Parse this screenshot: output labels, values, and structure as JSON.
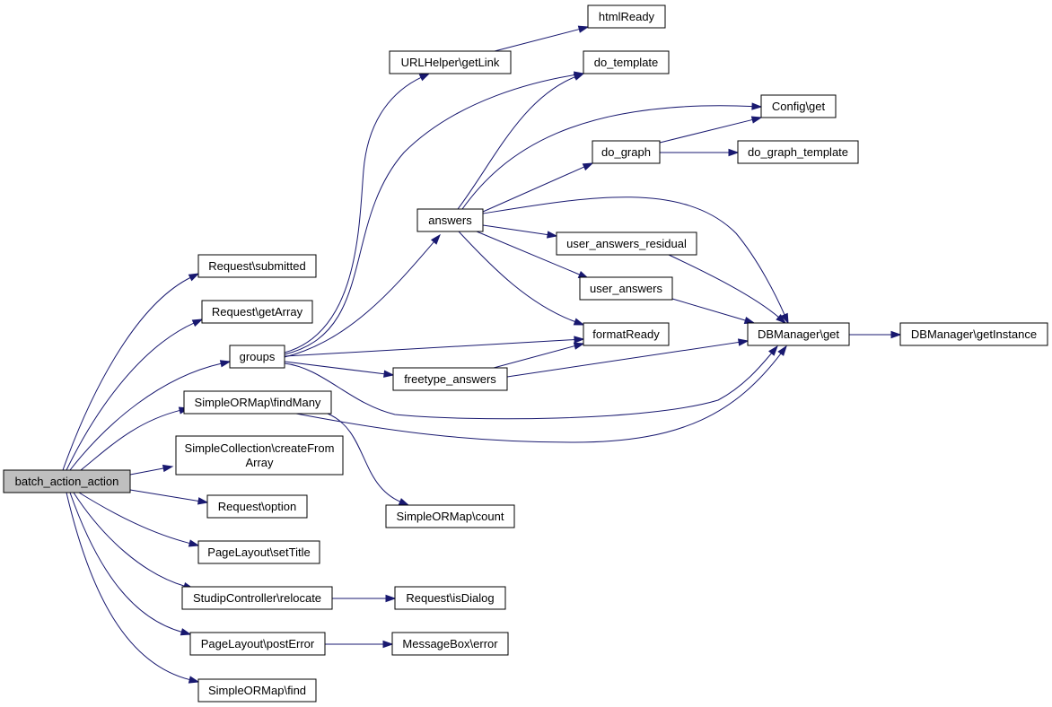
{
  "diagram": {
    "colors": {
      "edge": "#191970",
      "root_fill": "#bfbfbf",
      "node_fill": "#ffffff",
      "node_stroke": "#000000"
    },
    "nodes": [
      {
        "id": "batch_action_action",
        "label": [
          "batch_action_action"
        ],
        "root": true
      },
      {
        "id": "request_submitted",
        "label": [
          "Request\\submitted"
        ]
      },
      {
        "id": "request_getarray",
        "label": [
          "Request\\getArray"
        ]
      },
      {
        "id": "groups",
        "label": [
          "groups"
        ]
      },
      {
        "id": "simpleormap_findmany",
        "label": [
          "SimpleORMap\\findMany"
        ]
      },
      {
        "id": "simplecollection_createfromarray",
        "label": [
          "SimpleCollection\\createFrom",
          "Array"
        ]
      },
      {
        "id": "request_option",
        "label": [
          "Request\\option"
        ]
      },
      {
        "id": "pagelayout_settitle",
        "label": [
          "PageLayout\\setTitle"
        ]
      },
      {
        "id": "studipcontroller_relocate",
        "label": [
          "StudipController\\relocate"
        ]
      },
      {
        "id": "pagelayout_posterror",
        "label": [
          "PageLayout\\postError"
        ]
      },
      {
        "id": "simpleormap_find",
        "label": [
          "SimpleORMap\\find"
        ]
      },
      {
        "id": "urlhelper_getlink",
        "label": [
          "URLHelper\\getLink"
        ]
      },
      {
        "id": "answers",
        "label": [
          "answers"
        ]
      },
      {
        "id": "freetype_answers",
        "label": [
          "freetype_answers"
        ]
      },
      {
        "id": "simpleormap_count",
        "label": [
          "SimpleORMap\\count"
        ]
      },
      {
        "id": "request_isdialog",
        "label": [
          "Request\\isDialog"
        ]
      },
      {
        "id": "messagebox_error",
        "label": [
          "MessageBox\\error"
        ]
      },
      {
        "id": "htmlready",
        "label": [
          "htmlReady"
        ]
      },
      {
        "id": "do_template",
        "label": [
          "do_template"
        ]
      },
      {
        "id": "do_graph",
        "label": [
          "do_graph"
        ]
      },
      {
        "id": "user_answers_residual",
        "label": [
          "user_answers_residual"
        ]
      },
      {
        "id": "user_answers",
        "label": [
          "user_answers"
        ]
      },
      {
        "id": "formatready",
        "label": [
          "formatReady"
        ]
      },
      {
        "id": "config_get",
        "label": [
          "Config\\get"
        ]
      },
      {
        "id": "do_graph_template",
        "label": [
          "do_graph_template"
        ]
      },
      {
        "id": "dbmanager_get",
        "label": [
          "DBManager\\get"
        ]
      },
      {
        "id": "dbmanager_getinstance",
        "label": [
          "DBManager\\getInstance"
        ]
      }
    ],
    "edges": [
      {
        "from": "batch_action_action",
        "to": "request_submitted"
      },
      {
        "from": "batch_action_action",
        "to": "request_getarray"
      },
      {
        "from": "batch_action_action",
        "to": "groups"
      },
      {
        "from": "batch_action_action",
        "to": "simpleormap_findmany"
      },
      {
        "from": "batch_action_action",
        "to": "simplecollection_createfromarray"
      },
      {
        "from": "batch_action_action",
        "to": "request_option"
      },
      {
        "from": "batch_action_action",
        "to": "pagelayout_settitle"
      },
      {
        "from": "batch_action_action",
        "to": "studipcontroller_relocate"
      },
      {
        "from": "batch_action_action",
        "to": "pagelayout_posterror"
      },
      {
        "from": "batch_action_action",
        "to": "simpleormap_find"
      },
      {
        "from": "groups",
        "to": "urlhelper_getlink"
      },
      {
        "from": "groups",
        "to": "do_template"
      },
      {
        "from": "groups",
        "to": "answers"
      },
      {
        "from": "groups",
        "to": "formatready"
      },
      {
        "from": "groups",
        "to": "freetype_answers"
      },
      {
        "from": "groups",
        "to": "dbmanager_get"
      },
      {
        "from": "simpleormap_findmany",
        "to": "dbmanager_get"
      },
      {
        "from": "simpleormap_findmany",
        "to": "simpleormap_count"
      },
      {
        "from": "studipcontroller_relocate",
        "to": "request_isdialog"
      },
      {
        "from": "pagelayout_posterror",
        "to": "messagebox_error"
      },
      {
        "from": "urlhelper_getlink",
        "to": "htmlready"
      },
      {
        "from": "answers",
        "to": "do_template"
      },
      {
        "from": "answers",
        "to": "config_get"
      },
      {
        "from": "answers",
        "to": "do_graph"
      },
      {
        "from": "answers",
        "to": "dbmanager_get"
      },
      {
        "from": "answers",
        "to": "user_answers_residual"
      },
      {
        "from": "answers",
        "to": "user_answers"
      },
      {
        "from": "answers",
        "to": "formatready"
      },
      {
        "from": "freetype_answers",
        "to": "formatready"
      },
      {
        "from": "freetype_answers",
        "to": "dbmanager_get"
      },
      {
        "from": "do_graph",
        "to": "config_get"
      },
      {
        "from": "do_graph",
        "to": "do_graph_template"
      },
      {
        "from": "user_answers_residual",
        "to": "dbmanager_get"
      },
      {
        "from": "user_answers",
        "to": "dbmanager_get"
      },
      {
        "from": "dbmanager_get",
        "to": "dbmanager_getinstance"
      }
    ]
  }
}
